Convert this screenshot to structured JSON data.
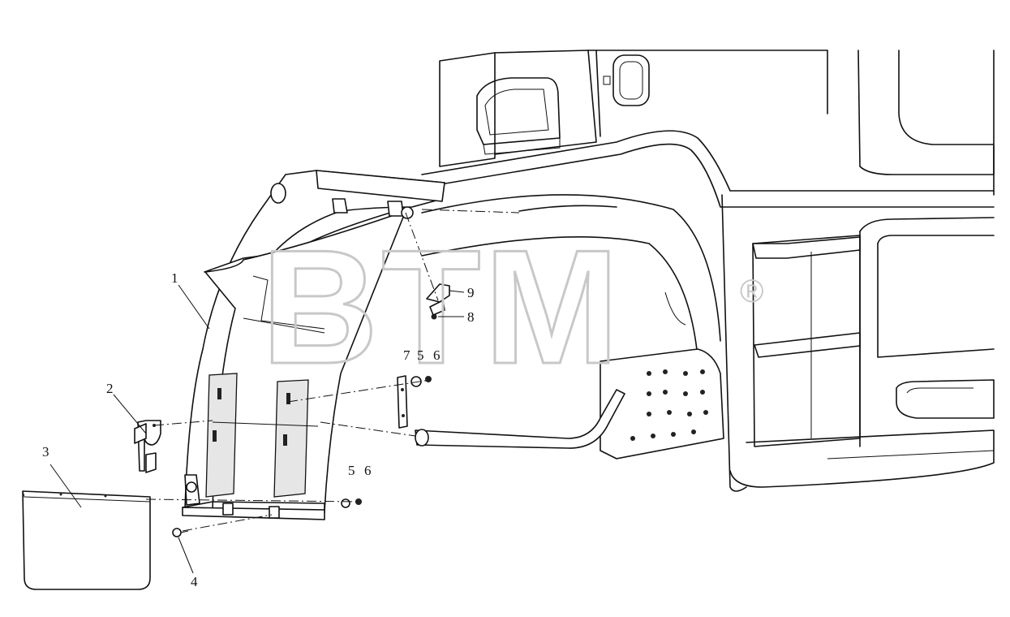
{
  "watermark": {
    "text": "BTM",
    "registered": "®"
  },
  "callouts": [
    {
      "id": "1",
      "label": "1"
    },
    {
      "id": "2",
      "label": "2"
    },
    {
      "id": "3",
      "label": "3"
    },
    {
      "id": "4",
      "label": "4"
    },
    {
      "id": "5a",
      "label": "5"
    },
    {
      "id": "6a",
      "label": "6"
    },
    {
      "id": "5b",
      "label": "5"
    },
    {
      "id": "6b",
      "label": "6"
    },
    {
      "id": "7",
      "label": "7"
    },
    {
      "id": "8",
      "label": "8"
    },
    {
      "id": "9",
      "label": "9"
    }
  ]
}
